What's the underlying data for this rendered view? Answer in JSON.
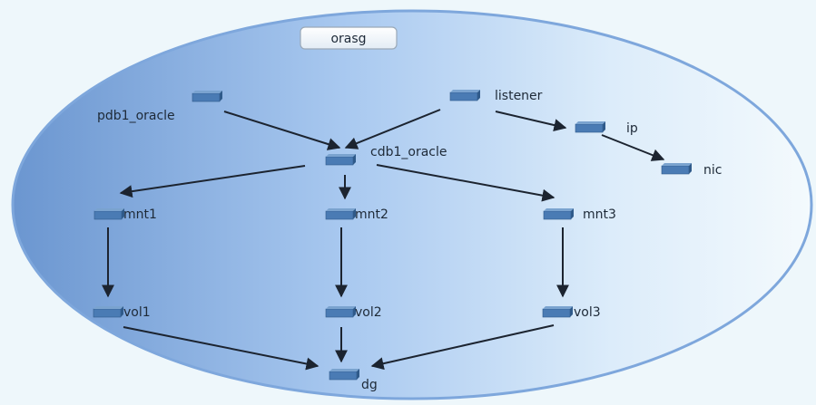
{
  "diagram": {
    "title": "orasg",
    "colors": {
      "ellipse_dark": "#6b96d0",
      "ellipse_mid": "#a9c9f0",
      "ellipse_light": "#f2f9fd",
      "ellipse_border": "#7ea7dc",
      "node_fill": "#4a7bb4",
      "node_top": "#7aa3cf",
      "edge": "#1c2430",
      "background": "#eef7fb"
    },
    "nodes": [
      {
        "id": "pdb1_oracle",
        "label": "pdb1_oracle",
        "icon": "resource-block-icon"
      },
      {
        "id": "listener",
        "label": "listener",
        "icon": "resource-block-icon"
      },
      {
        "id": "ip",
        "label": "ip",
        "icon": "resource-block-icon"
      },
      {
        "id": "nic",
        "label": "nic",
        "icon": "resource-block-icon"
      },
      {
        "id": "cdb1_oracle",
        "label": "cdb1_oracle",
        "icon": "resource-block-icon"
      },
      {
        "id": "mnt1",
        "label": "mnt1",
        "icon": "resource-block-icon"
      },
      {
        "id": "mnt2",
        "label": "mnt2",
        "icon": "resource-block-icon"
      },
      {
        "id": "mnt3",
        "label": "mnt3",
        "icon": "resource-block-icon"
      },
      {
        "id": "vol1",
        "label": "vol1",
        "icon": "resource-block-icon"
      },
      {
        "id": "vol2",
        "label": "vol2",
        "icon": "resource-block-icon"
      },
      {
        "id": "vol3",
        "label": "vol3",
        "icon": "resource-block-icon"
      },
      {
        "id": "dg",
        "label": "dg",
        "icon": "resource-block-icon"
      }
    ],
    "edges": [
      {
        "from": "pdb1_oracle",
        "to": "cdb1_oracle"
      },
      {
        "from": "listener",
        "to": "cdb1_oracle"
      },
      {
        "from": "listener",
        "to": "ip"
      },
      {
        "from": "ip",
        "to": "nic"
      },
      {
        "from": "cdb1_oracle",
        "to": "mnt1"
      },
      {
        "from": "cdb1_oracle",
        "to": "mnt2"
      },
      {
        "from": "cdb1_oracle",
        "to": "mnt3"
      },
      {
        "from": "mnt1",
        "to": "vol1"
      },
      {
        "from": "mnt2",
        "to": "vol2"
      },
      {
        "from": "mnt3",
        "to": "vol3"
      },
      {
        "from": "vol1",
        "to": "dg"
      },
      {
        "from": "vol2",
        "to": "dg"
      },
      {
        "from": "vol3",
        "to": "dg"
      }
    ]
  }
}
